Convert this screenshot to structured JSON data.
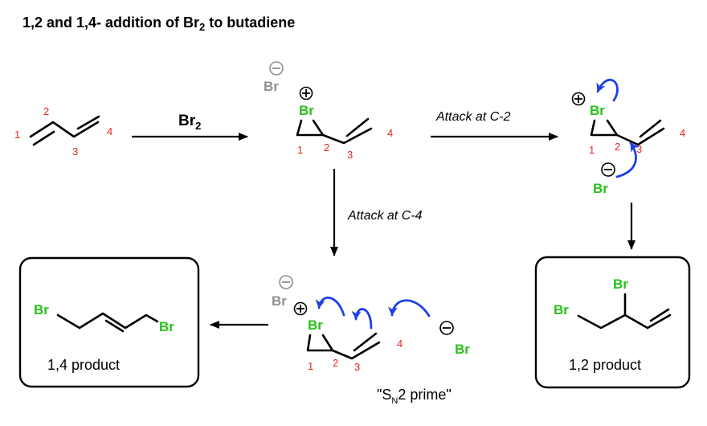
{
  "title": {
    "text": "1,2 and 1,4- addition of Br",
    "sub": "2",
    "tail": " to butadiene"
  },
  "reagent": {
    "text": "Br",
    "sub": "2"
  },
  "atoms": {
    "br": "Br",
    "c1": "1",
    "c2": "2",
    "c3": "3",
    "c4": "4"
  },
  "steps": {
    "c2": "Attack at C-2",
    "c4": "Attack at C-4"
  },
  "products": {
    "p14": "1,4 product",
    "p12": "1,2 product"
  },
  "note": {
    "pre": "\"S",
    "sub": "N",
    "post": "2 prime\""
  },
  "colors": {
    "bromine": "#27c21a",
    "counterion": "#8f8f8f",
    "numbers": "#e8251e",
    "electron_arrows": "#1f3fe6"
  }
}
